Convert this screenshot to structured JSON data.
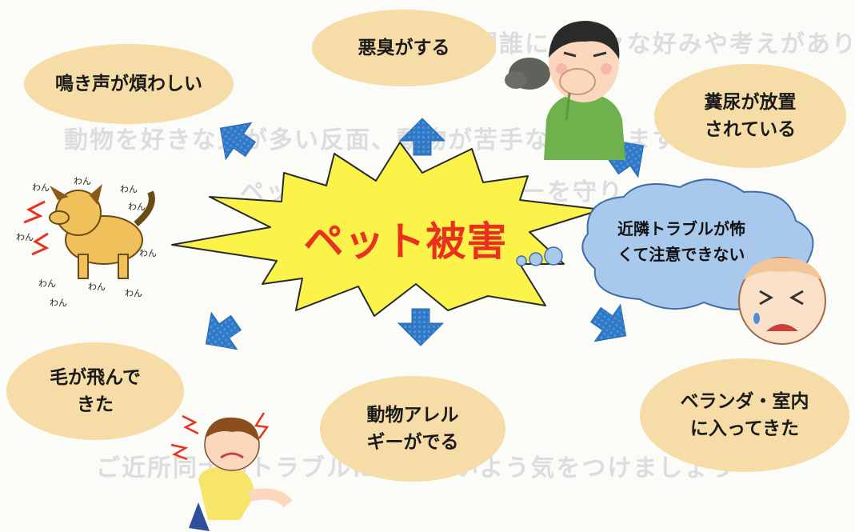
{
  "center": {
    "label": "ペット被害"
  },
  "bubbles": {
    "smell": "悪臭がする",
    "noise": "鳴き声が煩わしい",
    "waste": "糞尿が放置\nされている",
    "hair": "毛が飛んで\nきた",
    "allergy": "動物アレル\nギーがでる",
    "veranda": "ベランダ・室内\nに入ってきた"
  },
  "thought": {
    "label": "近隣トラブルが怖\nくて注意できない"
  },
  "dog_barks": "わん",
  "icons": [
    "dog-barking-icon",
    "man-covering-nose-icon",
    "crying-face-icon",
    "itchy-child-icon",
    "smell-cloud-icon"
  ],
  "colors": {
    "bubble": "#f6dca6",
    "starburst": "#fbf24a",
    "starburst_outline": "#2a2a2a",
    "center_text": "#e8321f",
    "arrow": "#2f78c6",
    "thought_cloud": "#a9c9ec"
  }
}
